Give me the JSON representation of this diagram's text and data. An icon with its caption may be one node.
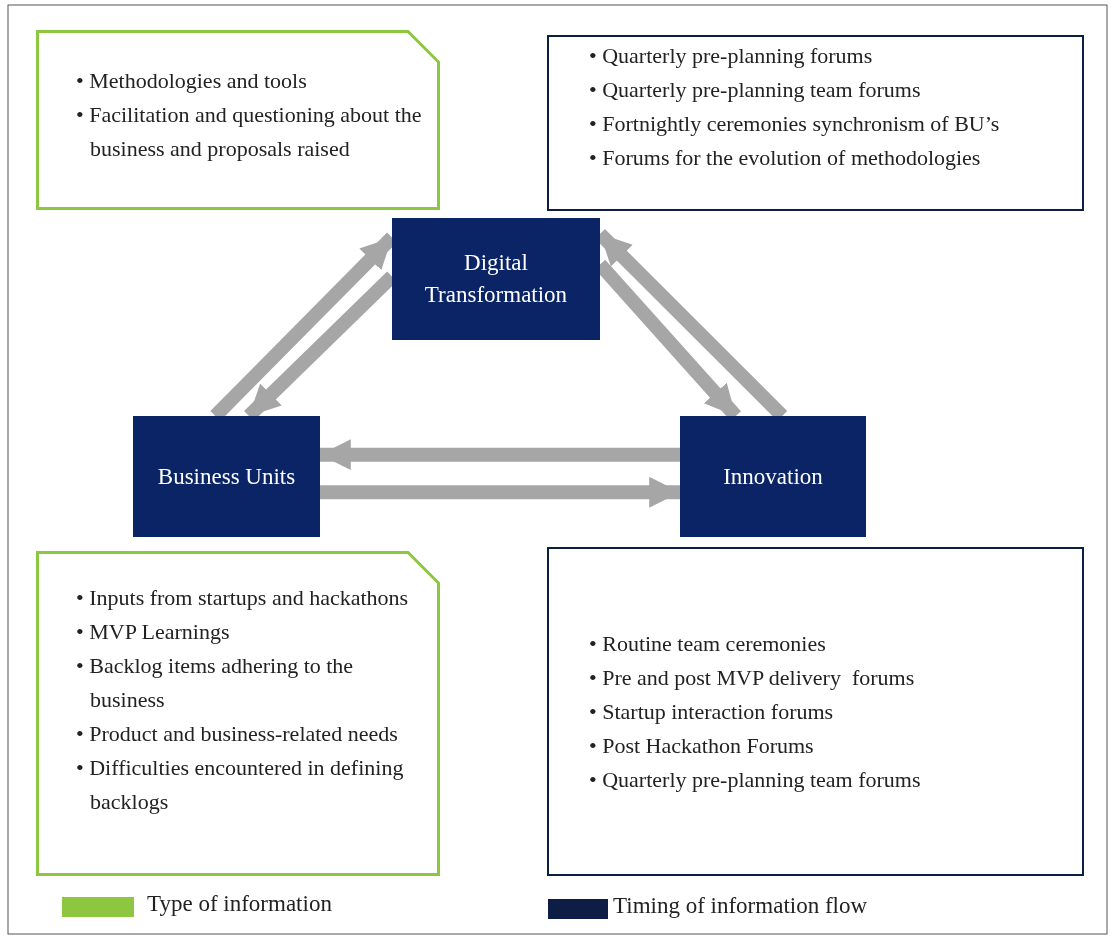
{
  "diagram": {
    "nodes": [
      {
        "text": [
          "• Methodologies and tools",
          "• Facilitation and questioning about the business and proposals raised"
        ]
      },
      {
        "text": [
          "• Quarterly pre-planning forums",
          "• Quarterly pre-planning team forums",
          "• Fortnightly ceremonies synchronism of BU’s",
          "• Forums for the evolution of methodologies"
        ]
      },
      {
        "text": [
          "Digital Transformation"
        ]
      },
      {
        "text": [
          "Business Units"
        ]
      },
      {
        "text": [
          "Innovation"
        ]
      },
      {
        "text": [
          "• Inputs from startups and hackathons",
          "• MVP Learnings",
          "• Backlog items adhering to the business",
          "• Product and business-related needs",
          "• Difficulties encountered in defining backlogs"
        ]
      },
      {
        "text": [
          "• Routine team ceremonies",
          "• Pre and post MVP delivery  forums",
          "• Startup interaction forums",
          "• Post Hackathon Forums",
          "• Quarterly pre-planning team forums"
        ]
      }
    ],
    "edges": [
      {
        "from": 3,
        "to": 2,
        "arrow": "to"
      },
      {
        "from": 2,
        "to": 3,
        "arrow": "to"
      },
      {
        "from": 2,
        "to": 4,
        "arrow": "to"
      },
      {
        "from": 4,
        "to": 2,
        "arrow": "to"
      },
      {
        "from": 4,
        "to": 3,
        "arrow": "to"
      },
      {
        "from": 3,
        "to": 4,
        "arrow": "to"
      }
    ],
    "legend": [
      {
        "text": "Type of information",
        "color": "#8dc63f"
      },
      {
        "text": "Timing of information flow",
        "color": "#0e1d45"
      }
    ]
  }
}
